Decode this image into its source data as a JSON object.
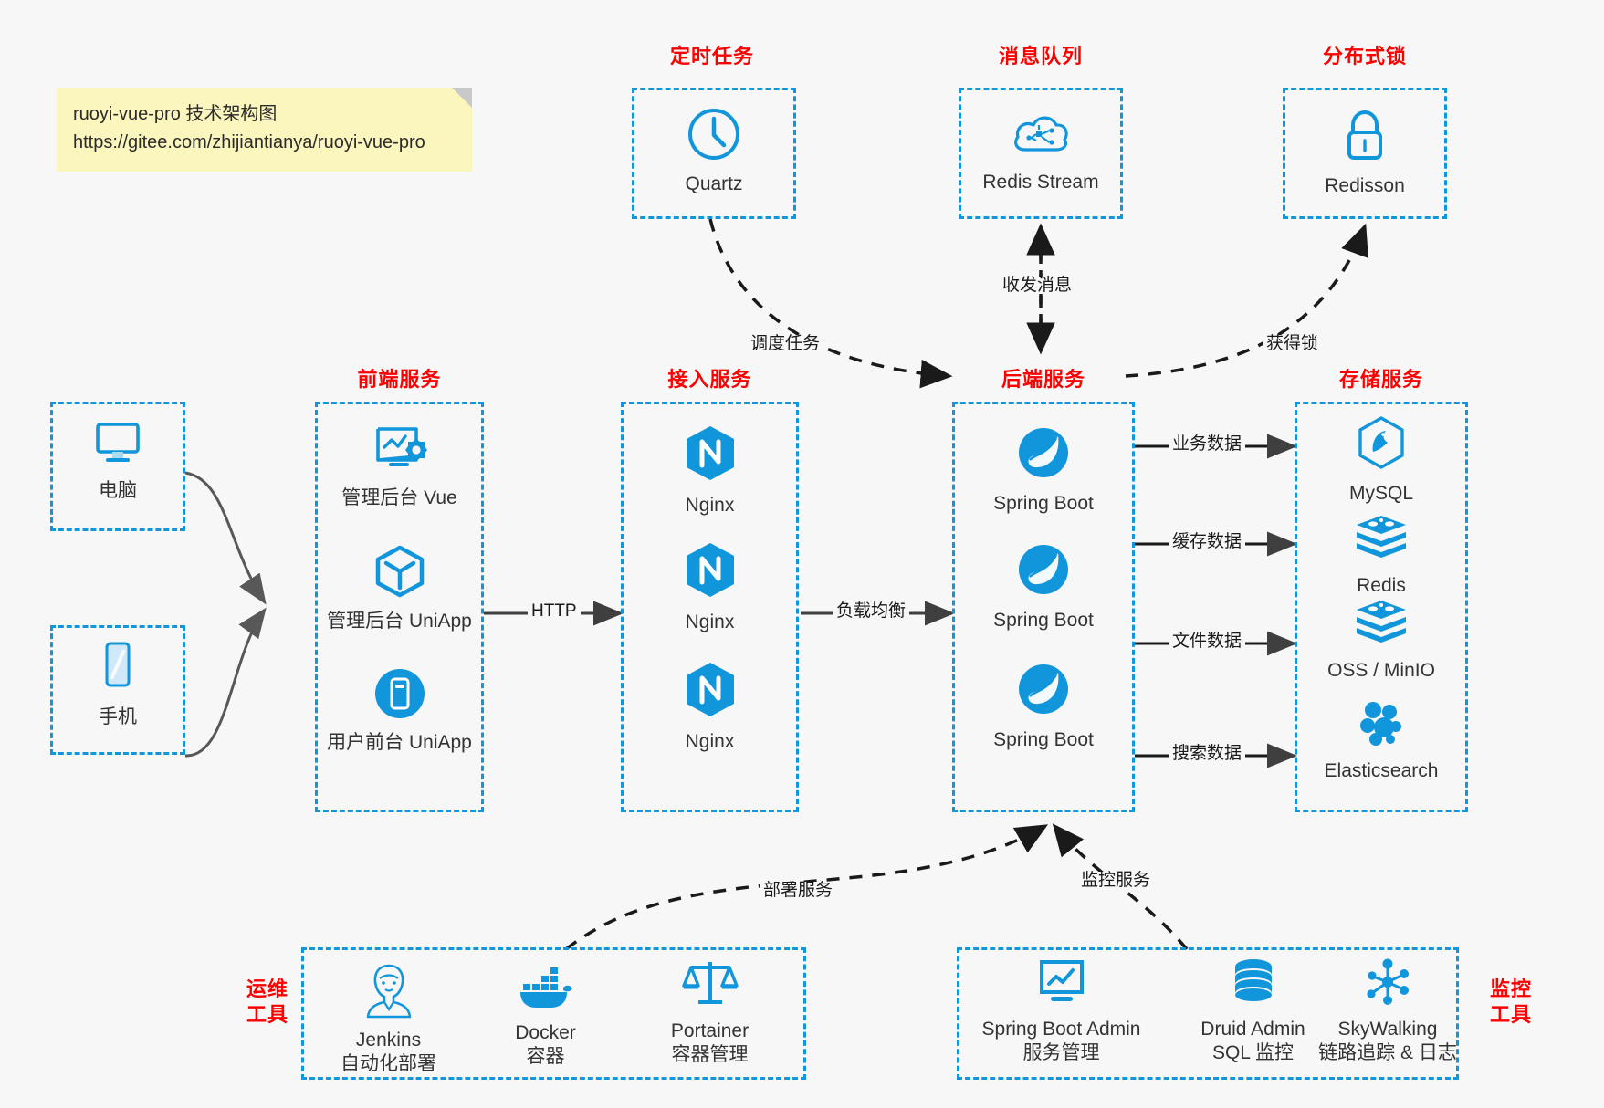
{
  "note": {
    "line1": "ruoyi-vue-pro 技术架构图",
    "line2": "https://gitee.com/zhijiantianya/ruoyi-vue-pro"
  },
  "colors": {
    "accent": "#1296db",
    "group_title": "#ff0000",
    "label_text": "#333333",
    "background": "#f7f7f7",
    "note_bg": "#faf6bd",
    "edge": "#3f3f3f"
  },
  "groups": {
    "scheduler": {
      "title": "定时任务"
    },
    "mq": {
      "title": "消息队列"
    },
    "lock": {
      "title": "分布式锁"
    },
    "frontend": {
      "title": "前端服务"
    },
    "gateway": {
      "title": "接入服务"
    },
    "backend": {
      "title": "后端服务"
    },
    "storage": {
      "title": "存储服务"
    },
    "devops": {
      "title_line1": "运维",
      "title_line2": "工具"
    },
    "monitor": {
      "title_line1": "监控",
      "title_line2": "工具"
    }
  },
  "clients": [
    {
      "label": "电脑",
      "icon": "desktop-icon"
    },
    {
      "label": "手机",
      "icon": "mobile-icon"
    }
  ],
  "scheduler_nodes": [
    {
      "label": "Quartz",
      "icon": "clock-icon"
    }
  ],
  "mq_nodes": [
    {
      "label": "Redis Stream",
      "icon": "cloud-stream-icon"
    }
  ],
  "lock_nodes": [
    {
      "label": "Redisson",
      "icon": "lock-icon"
    }
  ],
  "frontend_nodes": [
    {
      "label": "管理后台 Vue",
      "icon": "monitor-gear-icon"
    },
    {
      "label": "管理后台 UniApp",
      "icon": "uniapp-cube-icon"
    },
    {
      "label": "用户前台 UniApp",
      "icon": "mobile-app-icon"
    }
  ],
  "gateway_nodes": [
    {
      "label": "Nginx",
      "icon": "nginx-icon"
    },
    {
      "label": "Nginx",
      "icon": "nginx-icon"
    },
    {
      "label": "Nginx",
      "icon": "nginx-icon"
    }
  ],
  "backend_nodes": [
    {
      "label": "Spring Boot",
      "icon": "spring-boot-icon"
    },
    {
      "label": "Spring Boot",
      "icon": "spring-boot-icon"
    },
    {
      "label": "Spring Boot",
      "icon": "spring-boot-icon"
    }
  ],
  "storage_nodes": [
    {
      "label": "MySQL",
      "icon": "mysql-icon"
    },
    {
      "label": "Redis",
      "icon": "redis-icon"
    },
    {
      "label": "OSS / MinIO",
      "icon": "oss-minio-icon"
    },
    {
      "label": "Elasticsearch",
      "icon": "elasticsearch-icon"
    }
  ],
  "devops_nodes": [
    {
      "label": "Jenkins",
      "sub": "自动化部署",
      "icon": "jenkins-icon"
    },
    {
      "label": "Docker",
      "sub": "容器",
      "icon": "docker-icon"
    },
    {
      "label": "Portainer",
      "sub": "容器管理",
      "icon": "portainer-scale-icon"
    }
  ],
  "monitor_nodes": [
    {
      "label": "Spring Boot Admin",
      "sub": "服务管理",
      "icon": "monitor-chart-icon"
    },
    {
      "label": "Druid Admin",
      "sub": "SQL 监控",
      "icon": "database-icon"
    },
    {
      "label": "SkyWalking",
      "sub": "链路追踪 & 日志",
      "icon": "skywalking-icon"
    }
  ],
  "edge_labels": {
    "http": "HTTP",
    "load_balance": "负载均衡",
    "schedule_task": "调度任务",
    "send_receive_msg": "收发消息",
    "acquire_lock": "获得锁",
    "business_data": "业务数据",
    "cache_data": "缓存数据",
    "file_data": "文件数据",
    "search_data": "搜索数据",
    "deploy_service": "部署服务",
    "monitor_service": "监控服务"
  }
}
